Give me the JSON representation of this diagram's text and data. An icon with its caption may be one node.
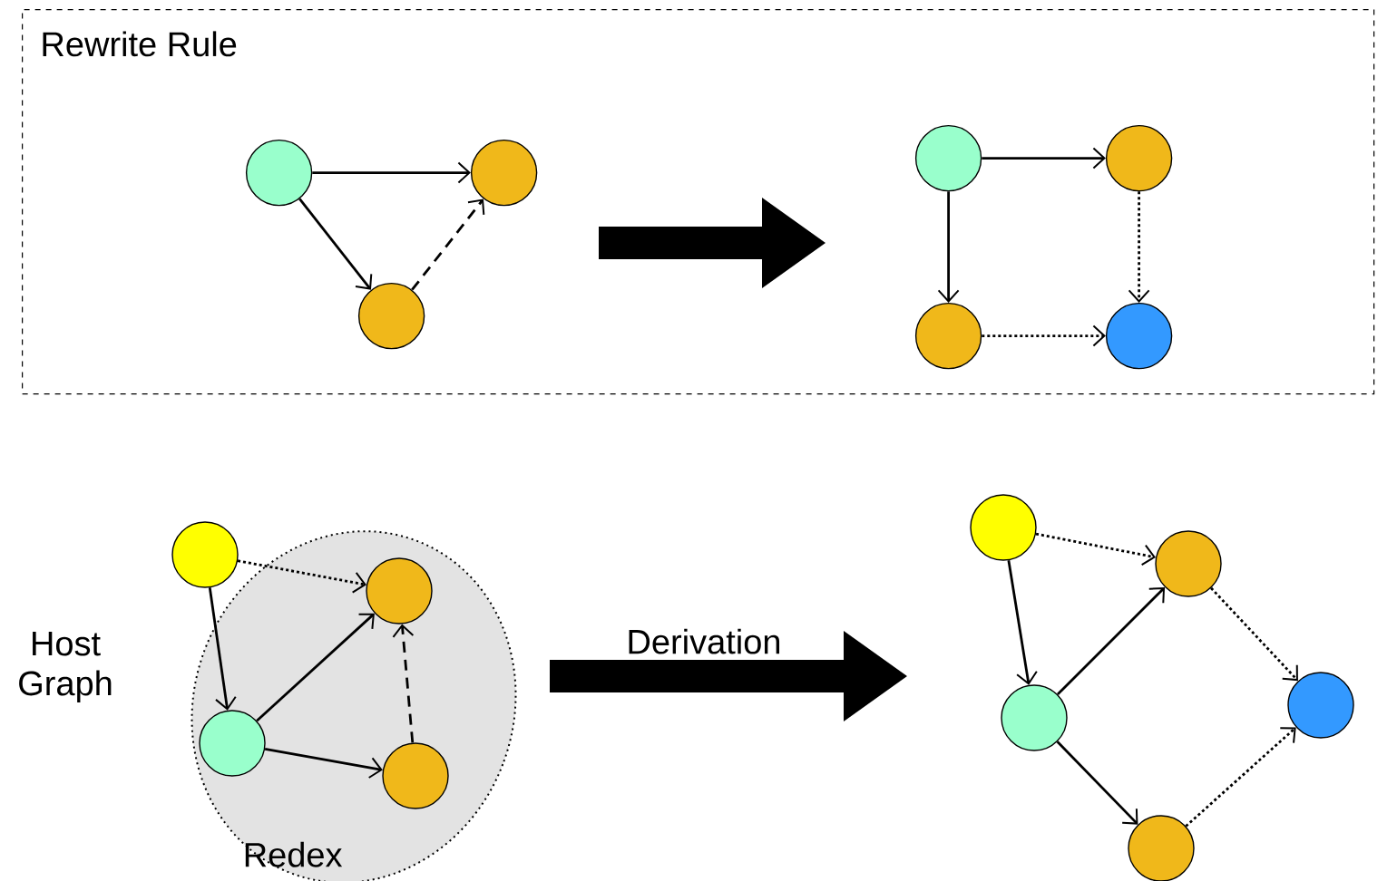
{
  "diagram": {
    "nodes": [
      {
        "text": [
          "Rewrite Rule"
        ]
      },
      {
        "text": [],
        "shape": "circle",
        "in": 0
      },
      {
        "text": [],
        "shape": "circle",
        "in": 0
      },
      {
        "text": [],
        "shape": "circle",
        "in": 0
      },
      {
        "text": [],
        "shape": "circle",
        "in": 0
      },
      {
        "text": [],
        "shape": "circle",
        "in": 0
      },
      {
        "text": [],
        "shape": "circle",
        "in": 0
      },
      {
        "text": [],
        "shape": "circle",
        "in": 0
      },
      {
        "text": [],
        "shape": "circle"
      },
      {
        "text": [
          "Redex"
        ]
      },
      {
        "text": [],
        "shape": "circle",
        "in": 9
      },
      {
        "text": [],
        "shape": "circle",
        "in": 9
      },
      {
        "text": [],
        "shape": "circle",
        "in": 9
      },
      {
        "text": [],
        "shape": "circle"
      },
      {
        "text": [],
        "shape": "circle"
      },
      {
        "text": [],
        "shape": "circle"
      },
      {
        "text": [],
        "shape": "circle"
      },
      {
        "text": [],
        "shape": "circle"
      }
    ],
    "edges": [
      {
        "from": 1,
        "to": 2,
        "arrow": "to"
      },
      {
        "from": 1,
        "to": 3,
        "arrow": "to"
      },
      {
        "from": 3,
        "to": 2,
        "arrow": "to",
        "style": "dashed"
      },
      {
        "from": 4,
        "to": 5,
        "arrow": "to"
      },
      {
        "from": 4,
        "to": 6,
        "arrow": "to"
      },
      {
        "from": 5,
        "to": 7,
        "arrow": "to",
        "style": "dashed"
      },
      {
        "from": 6,
        "to": 7,
        "arrow": "to",
        "style": "dashed"
      },
      {
        "from": 8,
        "to": 11,
        "arrow": "to"
      },
      {
        "from": 8,
        "to": 10,
        "arrow": "to",
        "style": "dashed"
      },
      {
        "from": 11,
        "to": 10,
        "arrow": "to"
      },
      {
        "from": 11,
        "to": 12,
        "arrow": "to"
      },
      {
        "from": 12,
        "to": 10,
        "arrow": "to",
        "style": "dashed"
      },
      {
        "from": 13,
        "to": 15,
        "arrow": "to"
      },
      {
        "from": 13,
        "to": 14,
        "arrow": "to",
        "style": "dashed"
      },
      {
        "from": 15,
        "to": 14,
        "arrow": "to"
      },
      {
        "from": 15,
        "to": 16,
        "arrow": "to"
      },
      {
        "from": 14,
        "to": 17,
        "arrow": "to",
        "style": "dashed"
      },
      {
        "from": 16,
        "to": 17,
        "arrow": "to",
        "style": "dashed"
      }
    ],
    "labels": [
      "Host Graph",
      "Derivation"
    ]
  }
}
